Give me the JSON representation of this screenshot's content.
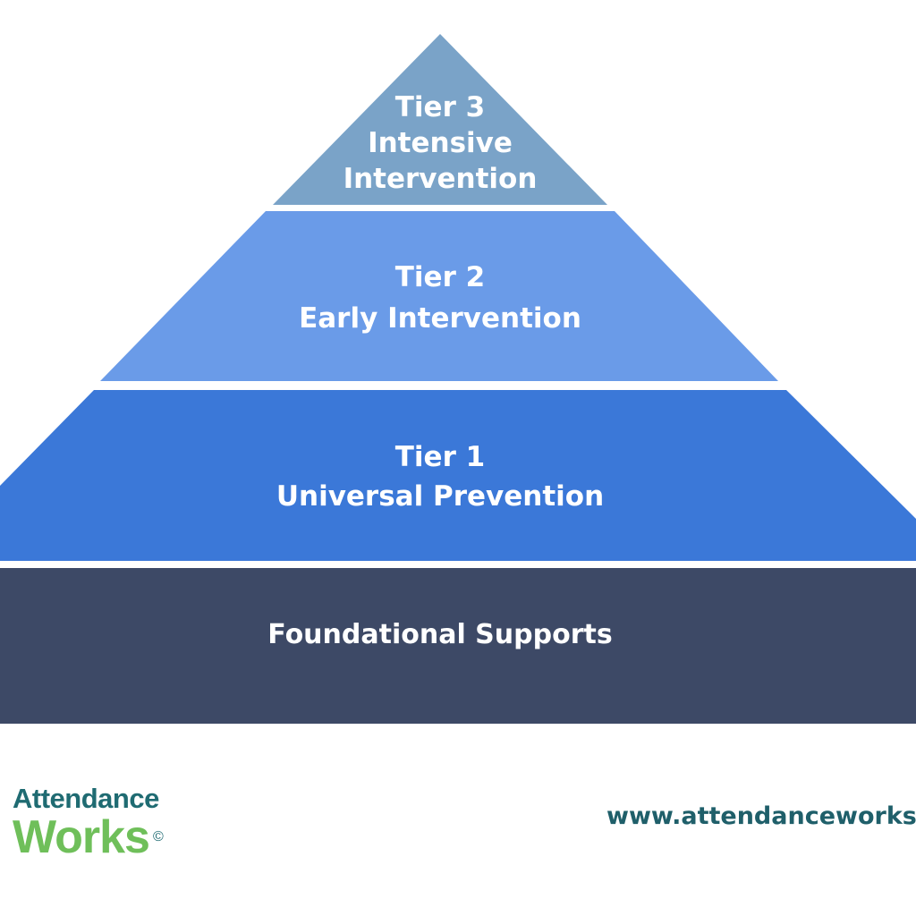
{
  "colors": {
    "tier3": "#7aa3c8",
    "tier2": "#6a9be8",
    "tier1": "#3b78d8",
    "foundation": "#3d4966",
    "logo_attendance": "#1f6b72",
    "logo_works": "#6fbf5a",
    "website": "#1f5f6a"
  },
  "pyramid": {
    "tier3": {
      "line1": "Tier 3",
      "line2": "Intensive",
      "line3": "Intervention"
    },
    "tier2": {
      "line1": "Tier 2",
      "line2": "Early Intervention"
    },
    "tier1": {
      "line1": "Tier 1",
      "line2": "Universal Prevention"
    },
    "foundation": {
      "label": "Foundational Supports"
    }
  },
  "footer": {
    "logo_top": "Attendance",
    "logo_bottom": "Works",
    "logo_copyright": "©",
    "website": "www.attendanceworks.org"
  }
}
